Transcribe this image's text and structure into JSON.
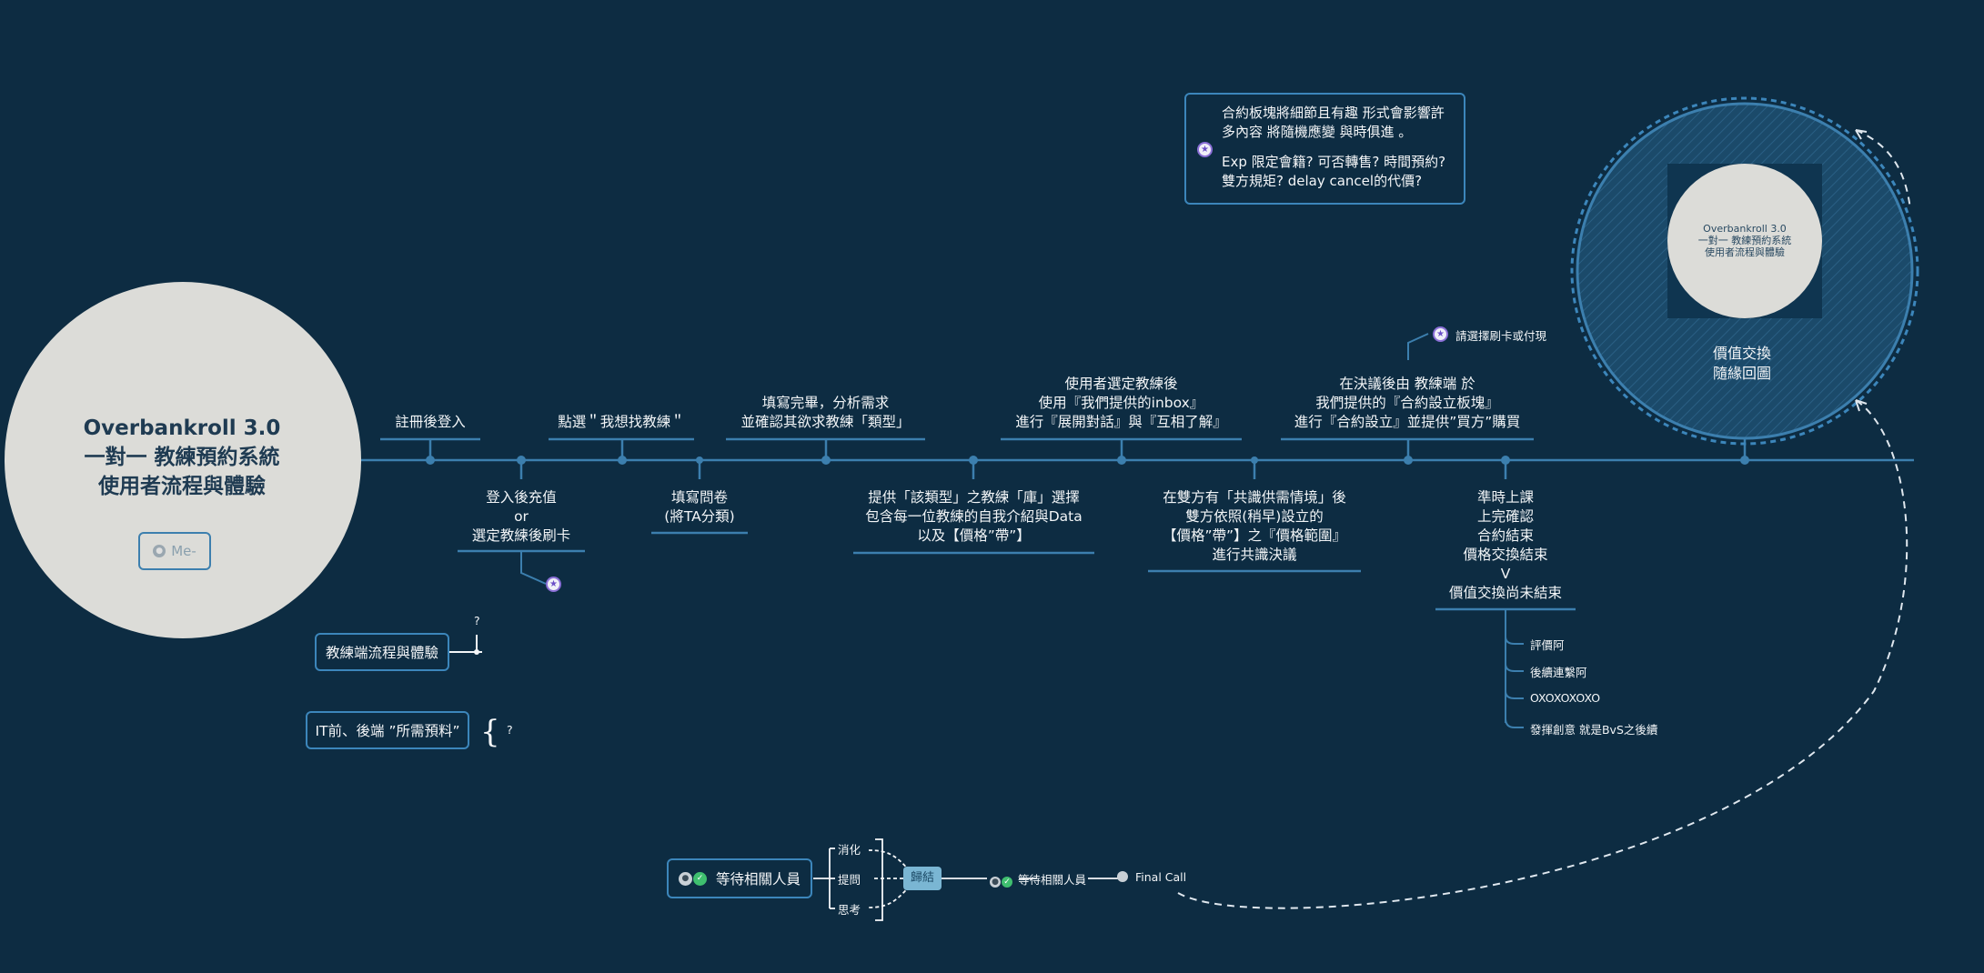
{
  "central": {
    "title_lines": [
      "Overbankroll 3.0",
      "一對一 教練預約系統",
      "使用者流程與體驗"
    ],
    "chip_label": "Me-"
  },
  "above_nodes": [
    {
      "id": "a1",
      "lines": [
        "註冊後登入"
      ]
    },
    {
      "id": "a2",
      "lines": [
        "點選＂我想找教練＂"
      ]
    },
    {
      "id": "a3",
      "lines": [
        "填寫完畢，分析需求",
        "並確認其欲求教練「類型」"
      ]
    },
    {
      "id": "a4",
      "lines": [
        "使用者選定教練後",
        "使用『我們提供的inbox』",
        "進行『展開對話』與『互相了解』"
      ]
    },
    {
      "id": "a5",
      "lines": [
        "在決議後由 教練端 於",
        "我們提供的『合約設立板塊』",
        "進行『合約設立』並提供”買方”購買"
      ]
    }
  ],
  "below_nodes": [
    {
      "id": "b1",
      "lines": [
        "登入後充值",
        "or",
        "選定教練後刷卡"
      ]
    },
    {
      "id": "b2",
      "lines": [
        "填寫問卷",
        "(將TA分類)"
      ]
    },
    {
      "id": "b3",
      "lines": [
        "提供「該類型」之教練「庫」選擇",
        "包含每一位教練的自我介紹與Data",
        "以及【價格”帶”】"
      ]
    },
    {
      "id": "b4",
      "lines": [
        "在雙方有「共識供需情境」後",
        "雙方依照(稍早)設立的",
        "【價格”帶”】之『價格範圍』",
        "進行共識決議"
      ]
    },
    {
      "id": "b5",
      "lines": [
        "準時上課",
        "上完確認",
        "合約結束",
        "價格交換結束",
        "V",
        "價值交換尚未結束"
      ]
    }
  ],
  "b5_children": [
    "評價阿",
    "後續連繫阿",
    "OXOXOXOXO",
    "發揮創意 就是BvS之後續"
  ],
  "note": {
    "para1": "合約板塊將細節且有趣  形式會影響許多內容  將隨機應變 與時俱進 。",
    "para2": "Exp   限定會籍? 可否轉售? 時間預約? 雙方規矩? delay cancel的代價?"
  },
  "callout_a5": "請選擇刷卡或付現",
  "floating": {
    "coach_flow": "教練端流程與體驗",
    "coach_q": "?",
    "it_needs": "IT前、後端 ”所需預料”",
    "it_q": "?"
  },
  "loop_node": {
    "mini_title_lines": [
      "Overbankroll 3.0",
      "一對一 教練預約系統",
      "使用者流程與體驗"
    ],
    "label_lines": [
      "價值交換",
      "隨緣回圖"
    ]
  },
  "waiting": {
    "main_label": "等待相關人員",
    "branches": [
      "消化",
      "提問",
      "思考"
    ],
    "summary": "歸結",
    "next_label": "等待相關人員",
    "final_label": "Final Call"
  },
  "colors": {
    "background": "#0d2c42",
    "line": "#3c7fae",
    "central_fill": "#dcdcd8",
    "accent_star": "#8a6fd6",
    "avatar_green": "#3fbf6f"
  }
}
